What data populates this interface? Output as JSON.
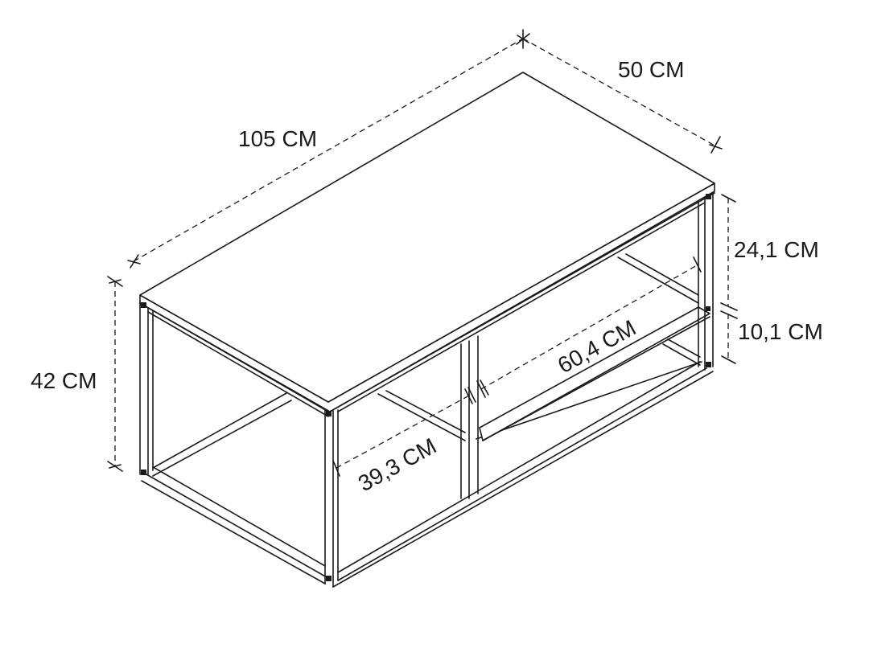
{
  "dimensions": {
    "length": "105 CM",
    "width": "50 CM",
    "height": "42 CM",
    "upper_opening": "24,1 CM",
    "lower_opening": "10,1 CM",
    "shelf_length": "60,4 CM",
    "shelf_depth": "39,3 CM"
  },
  "colors": {
    "line": "#1a1a1a",
    "background": "#ffffff"
  }
}
